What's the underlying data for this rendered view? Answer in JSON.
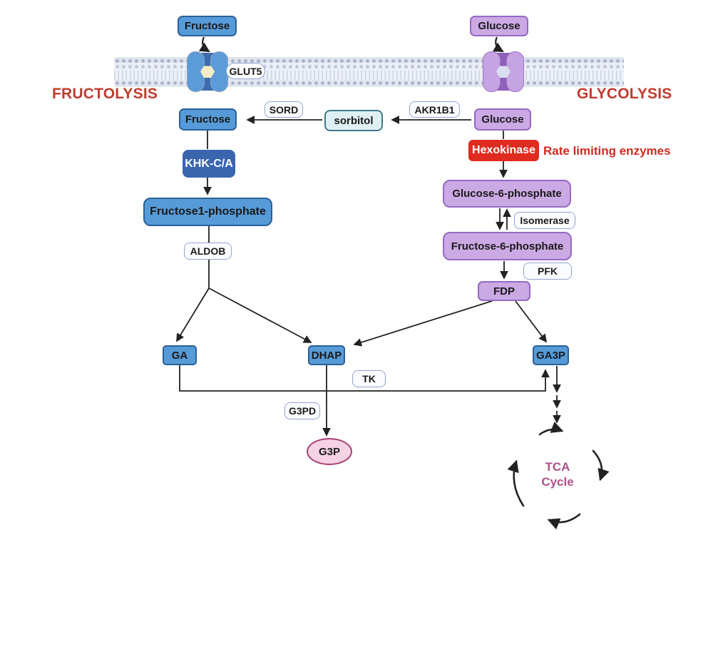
{
  "titles": {
    "left": "FRUCTOLYSIS",
    "right": "GLYCOLYSIS"
  },
  "annotation": {
    "rate_limiting": "Rate limiting enzymes"
  },
  "nodes": {
    "fructose_extracellular": "Fructose",
    "glucose_extracellular": "Glucose",
    "fructose": "Fructose",
    "sorbitol": "sorbitol",
    "glucose": "Glucose",
    "khk": "KHK-C/A",
    "hexokinase": "Hexokinase",
    "fructose1_phosphate": "Fructose1-phosphate",
    "glucose6_phosphate": "Glucose-6-phosphate",
    "fructose6_phosphate": "Fructose-6-phosphate",
    "fdp": "FDP",
    "ga": "GA",
    "dhap": "DHAP",
    "ga3p": "GA3P",
    "g3p": "G3P"
  },
  "enzymes": {
    "glut5": "GLUT5",
    "sord": "SORD",
    "akr1b1": "AKR1B1",
    "isomerase": "Isomerase",
    "pfk": "PFK",
    "aldob": "ALDOB",
    "tk": "TK",
    "g3pd": "G3PD"
  },
  "tca": {
    "line1": "TCA",
    "line2": "Cycle"
  },
  "colors": {
    "blue_node": "#569bd8",
    "blue_node_border": "#2a6099",
    "dark_blue_node": "#3a66b0",
    "purple_node": "#cba9e4",
    "purple_node_border": "#9669c4",
    "hexokinase_red": "#e02b1f",
    "title_red": "#c23b2f",
    "sorbitol_fill": "#dff0f4",
    "sorbitol_border": "#3d7a88",
    "g3p_fill": "#f6d3e4",
    "g3p_border": "#a83d72",
    "tca_text": "#b0508c",
    "arrow": "#222222"
  }
}
